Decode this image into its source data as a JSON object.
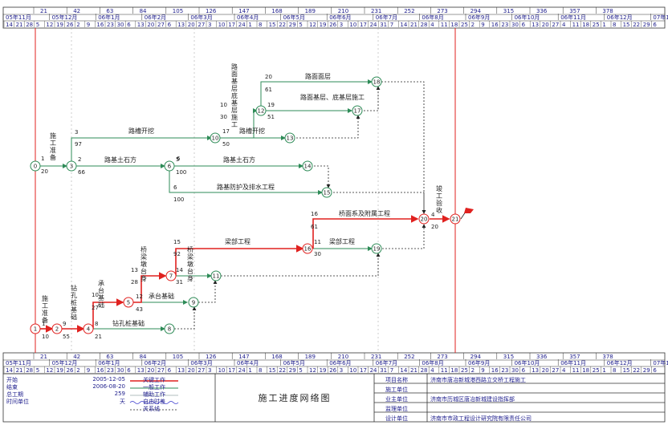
{
  "timeline": {
    "day_ticks": [
      "21",
      "42",
      "63",
      "84",
      "105",
      "126",
      "147",
      "168",
      "189",
      "210",
      "231",
      "252",
      "273",
      "294",
      "315",
      "336",
      "357",
      "378"
    ],
    "months": [
      "05年11月",
      "05年12月",
      "06年1月",
      "06年2月",
      "06年3月",
      "06年4月",
      "06年5月",
      "06年6月",
      "06年7月",
      "06年8月",
      "06年9月",
      "06年10月",
      "06年11月",
      "06年12月",
      "07年1"
    ],
    "dates": [
      "14",
      "21",
      "28",
      "5",
      "12",
      "19",
      "26",
      "2",
      "9",
      "16",
      "23",
      "30",
      "6",
      "13",
      "20",
      "27",
      "6",
      "13",
      "20",
      "27",
      "3",
      "10",
      "17",
      "24",
      "1",
      "8",
      "15",
      "22",
      "29",
      "5",
      "12",
      "19",
      "26",
      "3",
      "10",
      "17",
      "24",
      "31",
      "7",
      "14",
      "21",
      "28",
      "4",
      "11",
      "18",
      "25",
      "2",
      "9",
      "16",
      "23",
      "30",
      "6",
      "13",
      "20",
      "27",
      "4",
      "11",
      "18",
      "25",
      "1",
      "8",
      "15",
      "22",
      "29",
      "6",
      "13"
    ]
  },
  "nodes": [
    "0",
    "1",
    "2",
    "3",
    "4",
    "5",
    "6",
    "7",
    "8",
    "9",
    "10",
    "11",
    "12",
    "13",
    "14",
    "15",
    "16",
    "17",
    "18",
    "19",
    "20",
    "21"
  ],
  "activities": [
    {
      "label": "施工准备",
      "time": "1",
      "dur": "20"
    },
    {
      "label": "施工准备",
      "time": "1",
      "dur": "10"
    },
    {
      "label": "路基土石方",
      "time": "2",
      "dur": "66"
    },
    {
      "label": "路槽开挖",
      "time": "3",
      "dur": "97"
    },
    {
      "label": "路面基层底基层施工",
      "time": "10",
      "dur": "30"
    },
    {
      "label": "路面面层",
      "time": "20",
      "dur": "61"
    },
    {
      "label": "路面基层、底基层施工",
      "time": "19",
      "dur": "51"
    },
    {
      "label": "路槽开挖",
      "time": "17",
      "dur": "50"
    },
    {
      "label": "路基土石方",
      "time": "5",
      "dur": "100"
    },
    {
      "label": "路基防护及排水工程",
      "time": "6",
      "dur": "100"
    },
    {
      "label": "钻孔桩基础",
      "time": "8",
      "dur": "21"
    },
    {
      "label": "钻孔桩基础",
      "time": "9",
      "dur": "55"
    },
    {
      "label": "承台基础",
      "time": "10",
      "dur": "27"
    },
    {
      "label": "承台基础",
      "time": "12",
      "dur": "43"
    },
    {
      "label": "桥梁墩台身",
      "time": "13",
      "dur": "28"
    },
    {
      "label": "桥梁墩台身",
      "time": "14",
      "dur": "31"
    },
    {
      "label": "梁部工程",
      "time": "15",
      "dur": "92"
    },
    {
      "label": "梁部工程",
      "time": "11",
      "dur": "30"
    },
    {
      "label": "桥面系及附属工程",
      "time": "16",
      "dur": "61"
    },
    {
      "label": "竣工验收",
      "time": "4",
      "dur": "20"
    },
    {
      "label": "",
      "time": "6",
      "dur": ""
    }
  ],
  "legend": {
    "start_label": "开始",
    "start_value": "2005-12-05",
    "end_label": "结束",
    "end_value": "2006-08-20",
    "total_label": "总工期",
    "total_value": "259",
    "unit_label": "时间单位",
    "unit_value": "天",
    "key_work": "关键工作",
    "normal_work": "一般工作",
    "aux_work": "辅助工作",
    "free_float": "自由时差",
    "relation": "关系线"
  },
  "title": "施工进度网络图",
  "info": {
    "project_label": "项目名称",
    "project_value": "济南市唐冶新城港西路立交桥工程施工",
    "construction_label": "施工单位",
    "construction_value": "",
    "owner_label": "业主单位",
    "owner_value": "济南市历城区唐冶新城建设指挥部",
    "supervision_label": "监理单位",
    "supervision_value": "",
    "design_label": "设计单位",
    "design_value": "济南市市政工程设计研究院有限责任公司"
  },
  "colors": {
    "critical": "#e0211f",
    "normal": "#2e8b57",
    "dashed": "#222222",
    "axis_text": "#1e1e8c",
    "flag": "#e0211f"
  }
}
